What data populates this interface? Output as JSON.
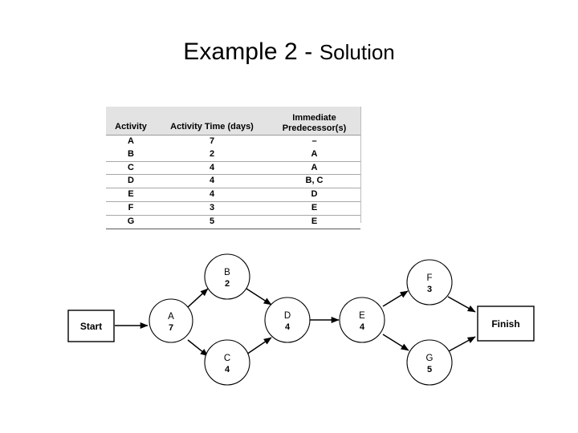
{
  "slide": {
    "title_main": "Example 2 - ",
    "title_sub": "Solution",
    "background_color": "#ffffff",
    "text_color": "#000000"
  },
  "table": {
    "header_background": "#e3e3e3",
    "headers": {
      "activity": "Activity",
      "time": "Activity Time (days)",
      "predecessor_line1": "Immediate",
      "predecessor_line2": "Predecessor(s)"
    },
    "rows": [
      {
        "activity": "A",
        "time": "7",
        "predecessors": "–"
      },
      {
        "activity": "B",
        "time": "2",
        "predecessors": "A"
      },
      {
        "activity": "C",
        "time": "4",
        "predecessors": "A"
      },
      {
        "activity": "D",
        "time": "4",
        "predecessors": "B, C"
      },
      {
        "activity": "E",
        "time": "4",
        "predecessors": "D"
      },
      {
        "activity": "F",
        "time": "3",
        "predecessors": "E"
      },
      {
        "activity": "G",
        "time": "5",
        "predecessors": "E"
      }
    ]
  },
  "diagram": {
    "start_label": "Start",
    "finish_label": "Finish",
    "nodes": [
      {
        "id": "A",
        "duration": "7"
      },
      {
        "id": "B",
        "duration": "2"
      },
      {
        "id": "C",
        "duration": "4"
      },
      {
        "id": "D",
        "duration": "4"
      },
      {
        "id": "E",
        "duration": "4"
      },
      {
        "id": "F",
        "duration": "3"
      },
      {
        "id": "G",
        "duration": "5"
      }
    ],
    "edges": [
      "Start-A",
      "A-B",
      "A-C",
      "B-D",
      "C-D",
      "D-E",
      "E-F",
      "E-G",
      "F-Finish",
      "G-Finish"
    ]
  }
}
